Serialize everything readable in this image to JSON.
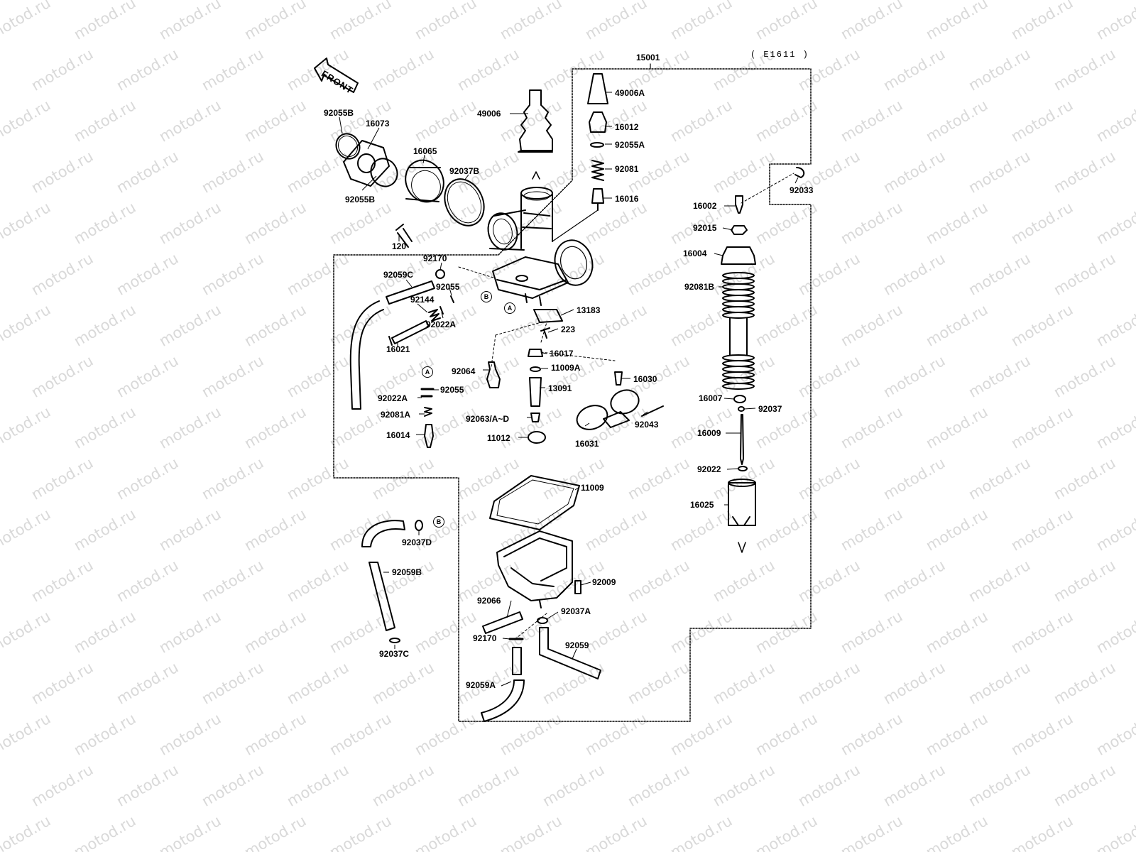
{
  "diagram": {
    "reference": "( E1611 )",
    "front_label": "FRONT",
    "watermark": "motod.ru",
    "circle_markers": {
      "a": "A",
      "b": "B"
    },
    "assembly_number": "15001",
    "labels": {
      "p92055B_top": "92055B",
      "p16073": "16073",
      "p16065": "16065",
      "p92037B": "92037B",
      "p92055B_low": "92055B",
      "p120": "120",
      "p49006": "49006",
      "p49006A": "49006A",
      "p16012": "16012",
      "p92055A": "92055A",
      "p92081": "92081",
      "p16016": "16016",
      "p92170_top": "92170",
      "p92059C": "92059C",
      "p92055_top": "92055",
      "p92144": "92144",
      "p92022A_top": "92022A",
      "p16021": "16021",
      "p13183": "13183",
      "p223": "223",
      "p16017": "16017",
      "p11009A": "11009A",
      "p16030": "16030",
      "p92064": "92064",
      "p13091": "13091",
      "p92055_mid": "92055",
      "p92022A_mid": "92022A",
      "p92081A": "92081A",
      "p16014": "16014",
      "p92063": "92063/A~D",
      "p11012": "11012",
      "p16031": "16031",
      "p92043": "92043",
      "p11009": "11009",
      "p92037D": "92037D",
      "p92059B": "92059B",
      "p92037C": "92037C",
      "p92009": "92009",
      "p92066": "92066",
      "p92037A": "92037A",
      "p92170_low": "92170",
      "p92059": "92059",
      "p92059A": "92059A",
      "p92033": "92033",
      "p16002": "16002",
      "p92015": "92015",
      "p16004": "16004",
      "p92081B": "92081B",
      "p16007": "16007",
      "p92037": "92037",
      "p16009": "16009",
      "p92022": "92022",
      "p16025": "16025"
    }
  }
}
